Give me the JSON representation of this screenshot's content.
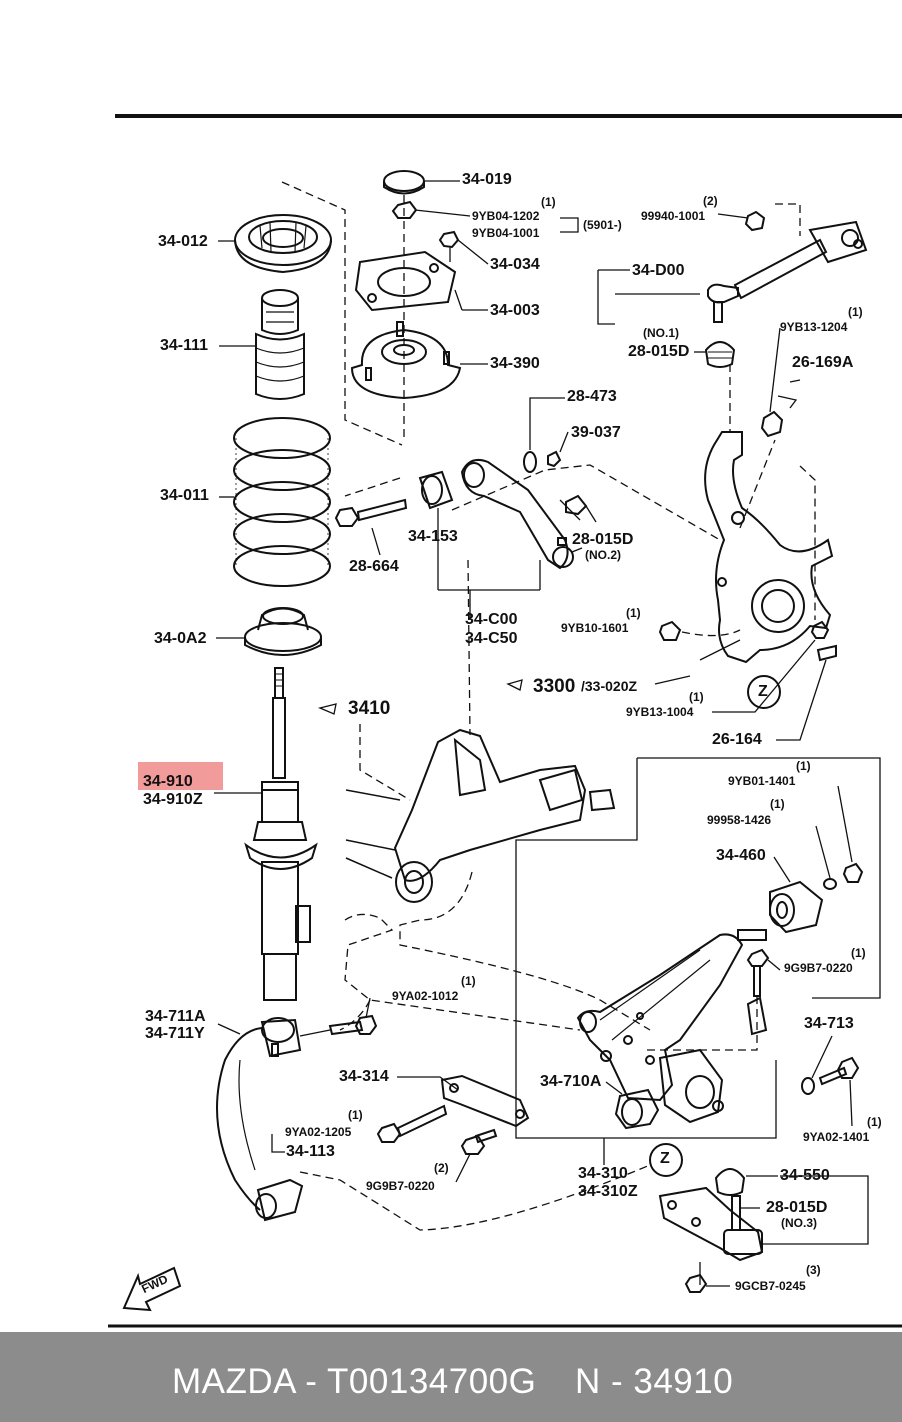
{
  "labels": {
    "p34_019": "34-019",
    "n1a": "(1)",
    "p9yb04_1202": "9YB04-1202",
    "p9yb04_1001": "9YB04-1001",
    "p5901": "(5901-)",
    "n2a": "(2)",
    "p99940_1001": "99940-1001",
    "p34_012": "34-012",
    "p34_034": "34-034",
    "p34_d00": "34-D00",
    "p34_003": "34-003",
    "n1b": "(1)",
    "p9yb13_1204": "9YB13-1204",
    "no1": "(NO.1)",
    "p28_015d_a": "28-015D",
    "p34_111": "34-111",
    "p34_390": "34-390",
    "p26_169a": "26-169A",
    "p28_473": "28-473",
    "p39_037": "39-037",
    "p34_011": "34-011",
    "p28_015d_b": "28-015D",
    "no2": "(NO.2)",
    "p34_153": "34-153",
    "p28_664": "28-664",
    "p34_c00": "34-C00",
    "p34_c50": "34-C50",
    "n1c": "(1)",
    "p9yb10_1601": "9YB10-1601",
    "p34_0a2": "34-0A2",
    "p3300": "3300",
    "p33_020z": "/33-020Z",
    "n1d": "(1)",
    "p9yb13_1004": "9YB13-1004",
    "p3410": "3410",
    "p26_164": "26-164",
    "p34_910": "34-910",
    "p34_910z": "34-910Z",
    "n1e": "(1)",
    "p9yb01_1401": "9YB01-1401",
    "n1f": "(1)",
    "p99958_1426": "99958-1426",
    "p34_460": "34-460",
    "n1g": "(1)",
    "p9g9b7_0220_a": "9G9B7-0220",
    "n1h": "(1)",
    "p9ya02_1012": "9YA02-1012",
    "p34_711a": "34-711A",
    "p34_711y": "34-711Y",
    "p34_713": "34-713",
    "p34_314": "34-314",
    "p34_710a": "34-710A",
    "n1i": "(1)",
    "p9ya02_1205": "9YA02-1205",
    "p34_113": "34-113",
    "n1j": "(1)",
    "p9ya02_1401": "9YA02-1401",
    "n2b": "(2)",
    "p9g9b7_0220_b": "9G9B7-0220",
    "p34_310": "34-310",
    "p34_310z": "34-310Z",
    "p34_550": "34-550",
    "p28_015d_c": "28-015D",
    "no3": "(NO.3)",
    "n3a": "(3)",
    "p9gcb7_0245": "9GCB7-0245",
    "z": "Z",
    "fwd": "FWD"
  },
  "footer": {
    "text": "MAZDA - T00134700G",
    "code": "N - 34910"
  },
  "colors": {
    "line": "#111111",
    "highlight": "#f08a8a",
    "footer_bg": "#8c8c8c",
    "footer_text": "#ffffff"
  },
  "highlighted_part": "34-910"
}
